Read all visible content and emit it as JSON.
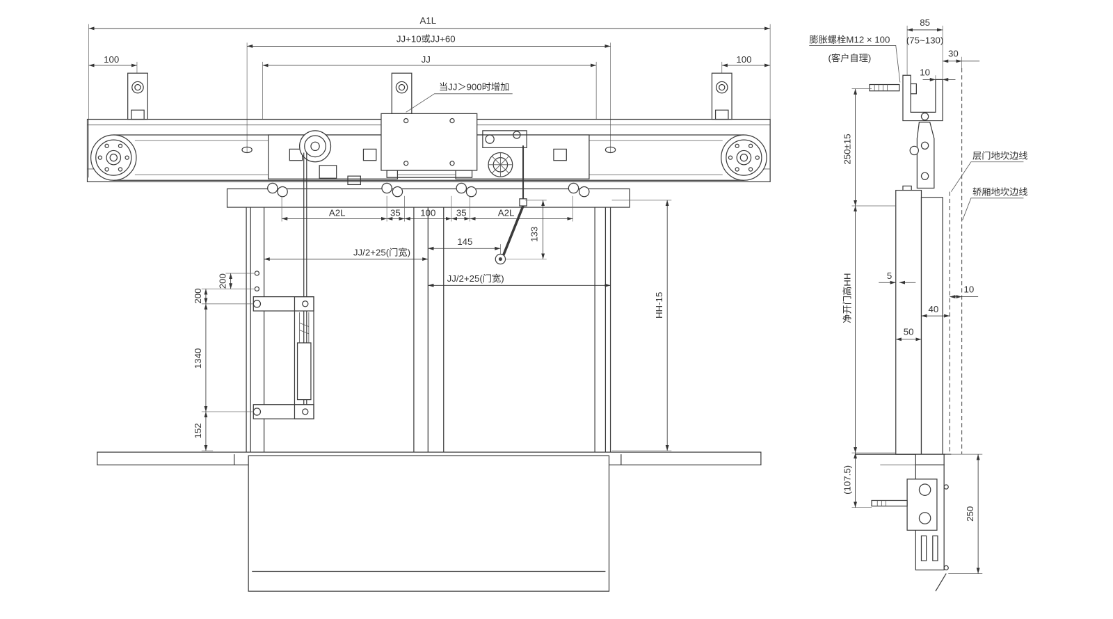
{
  "left_view": {
    "overall_width": "A1L",
    "header_width": "JJ+10或JJ+60",
    "clear_width": "JJ",
    "left_offset": "100",
    "right_offset": "100",
    "center_bracket_note": "当JJ＞900时增加",
    "panel_left": "A2L",
    "gap_left": "35",
    "center_gap": "100",
    "gap_right": "35",
    "panel_right": "A2L",
    "arm_offset": "145",
    "arm_drop": "133",
    "half_width_left": "JJ/2+25(门宽)",
    "half_width_right": "JJ/2+25(门宽)",
    "height": "HH-15",
    "closer_pitch_upper": "200",
    "closer_pitch_lower": "200",
    "closer_length": "1340",
    "closer_bottom": "152"
  },
  "side_view": {
    "bracket_depth": "85",
    "bracket_range": "(75~130)",
    "bolt_spec": "膨胀螺栓M12 × 100",
    "bolt_note": "(客户自理)",
    "sill_offset": "30",
    "bracket_gap": "10",
    "top_height": "250±15",
    "landing_sill_line": "层门地坎边线",
    "car_sill_line": "轿厢地坎边线",
    "clear_height": "净开门高HH",
    "panel_gap": "5",
    "sill_gap": "10",
    "sill_to_panel": "40",
    "panel_thickness": "50",
    "sill_depth": "(107.5)",
    "sill_bracket_height": "250"
  }
}
